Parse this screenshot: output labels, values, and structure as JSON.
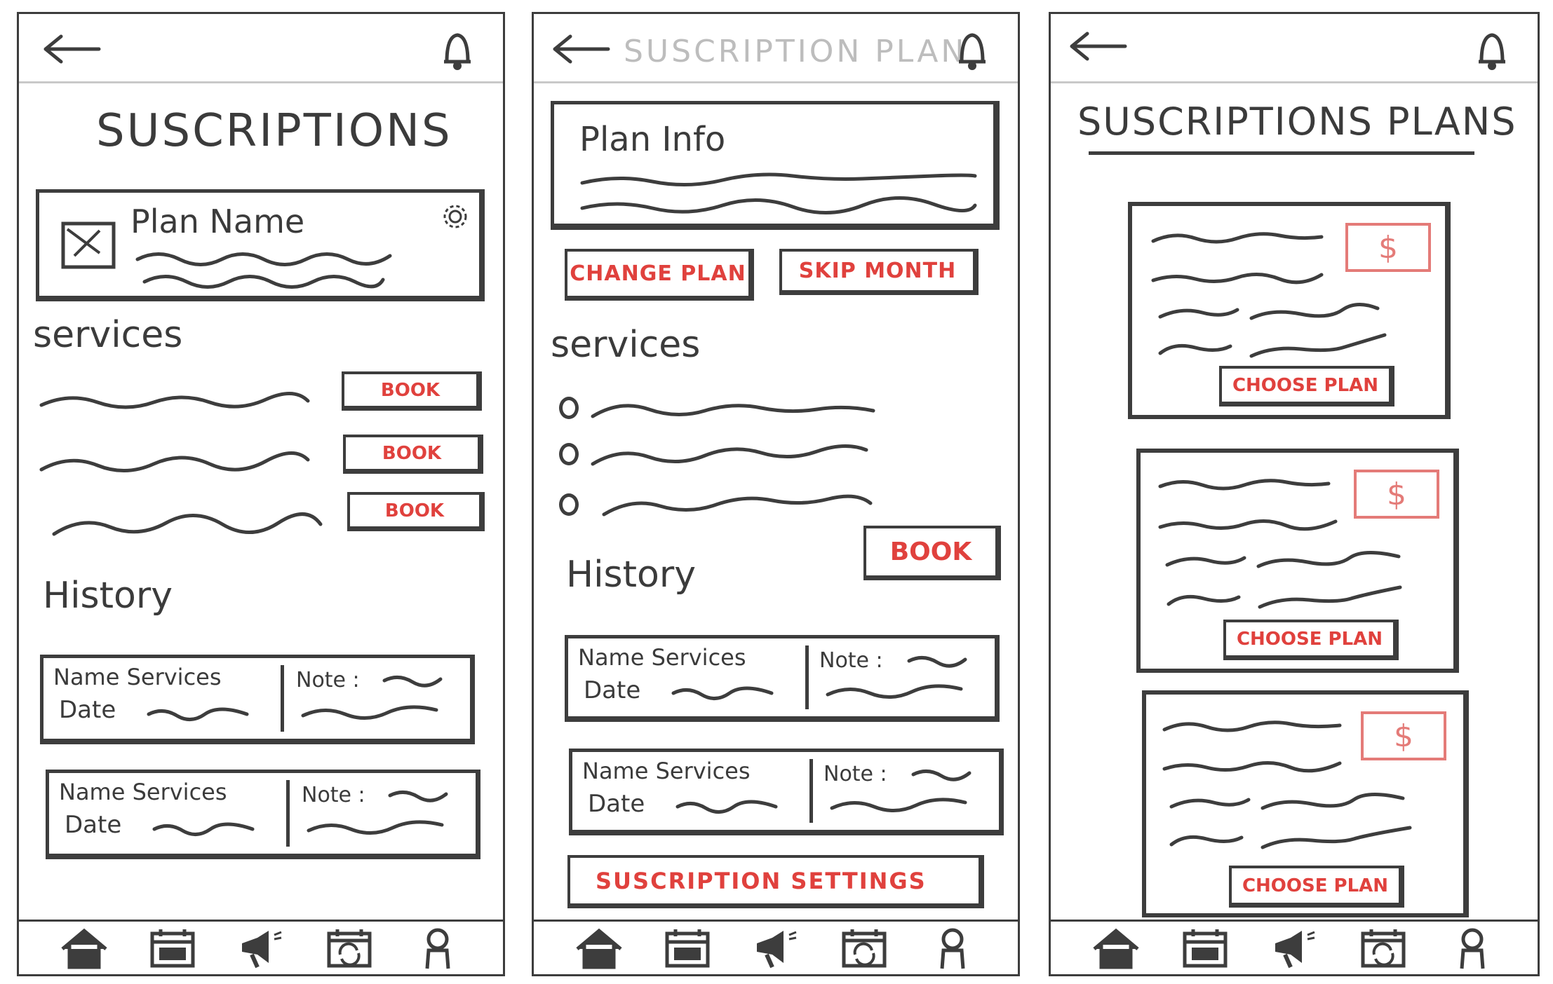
{
  "screen1": {
    "title": "SUSCRIPTIONS",
    "plan_card": {
      "name": "Plan Name"
    },
    "services_label": "services",
    "book_label": "BOOK",
    "history_label": "History",
    "history_rows": [
      {
        "name": "Name Services",
        "date": "Date",
        "note": "Note :"
      },
      {
        "name": "Name Services",
        "date": "Date",
        "note": "Note :"
      }
    ]
  },
  "screen2": {
    "header_title": "SUSCRIPTION PLAN",
    "plan_info_label": "Plan Info",
    "change_plan_label": "CHANGE PLAN",
    "skip_month_label": "SKIP MONTH",
    "services_label": "services",
    "book_label": "BOOK",
    "history_label": "History",
    "history_rows": [
      {
        "name": "Name Services",
        "date": "Date",
        "note": "Note :"
      },
      {
        "name": "Name Services",
        "date": "Date",
        "note": "Note :"
      }
    ],
    "settings_label": "SUSCRIPTION SETTINGS"
  },
  "screen3": {
    "title": "SUSCRIPTIONS PLANS",
    "price_symbol": "$",
    "choose_plan_label": "CHOOSE PLAN"
  },
  "icons": {
    "nav": [
      "home-icon",
      "calendar-icon",
      "megaphone-icon",
      "calendar-refresh-icon",
      "profile-icon"
    ],
    "back": "back-arrow-icon",
    "bell": "bell-icon",
    "settings": "gear-icon",
    "image": "image-placeholder-icon"
  },
  "colors": {
    "accent": "#e0413d",
    "price": "#e47b78",
    "ink": "#3d3d3d",
    "muted": "#bdbdbd"
  }
}
